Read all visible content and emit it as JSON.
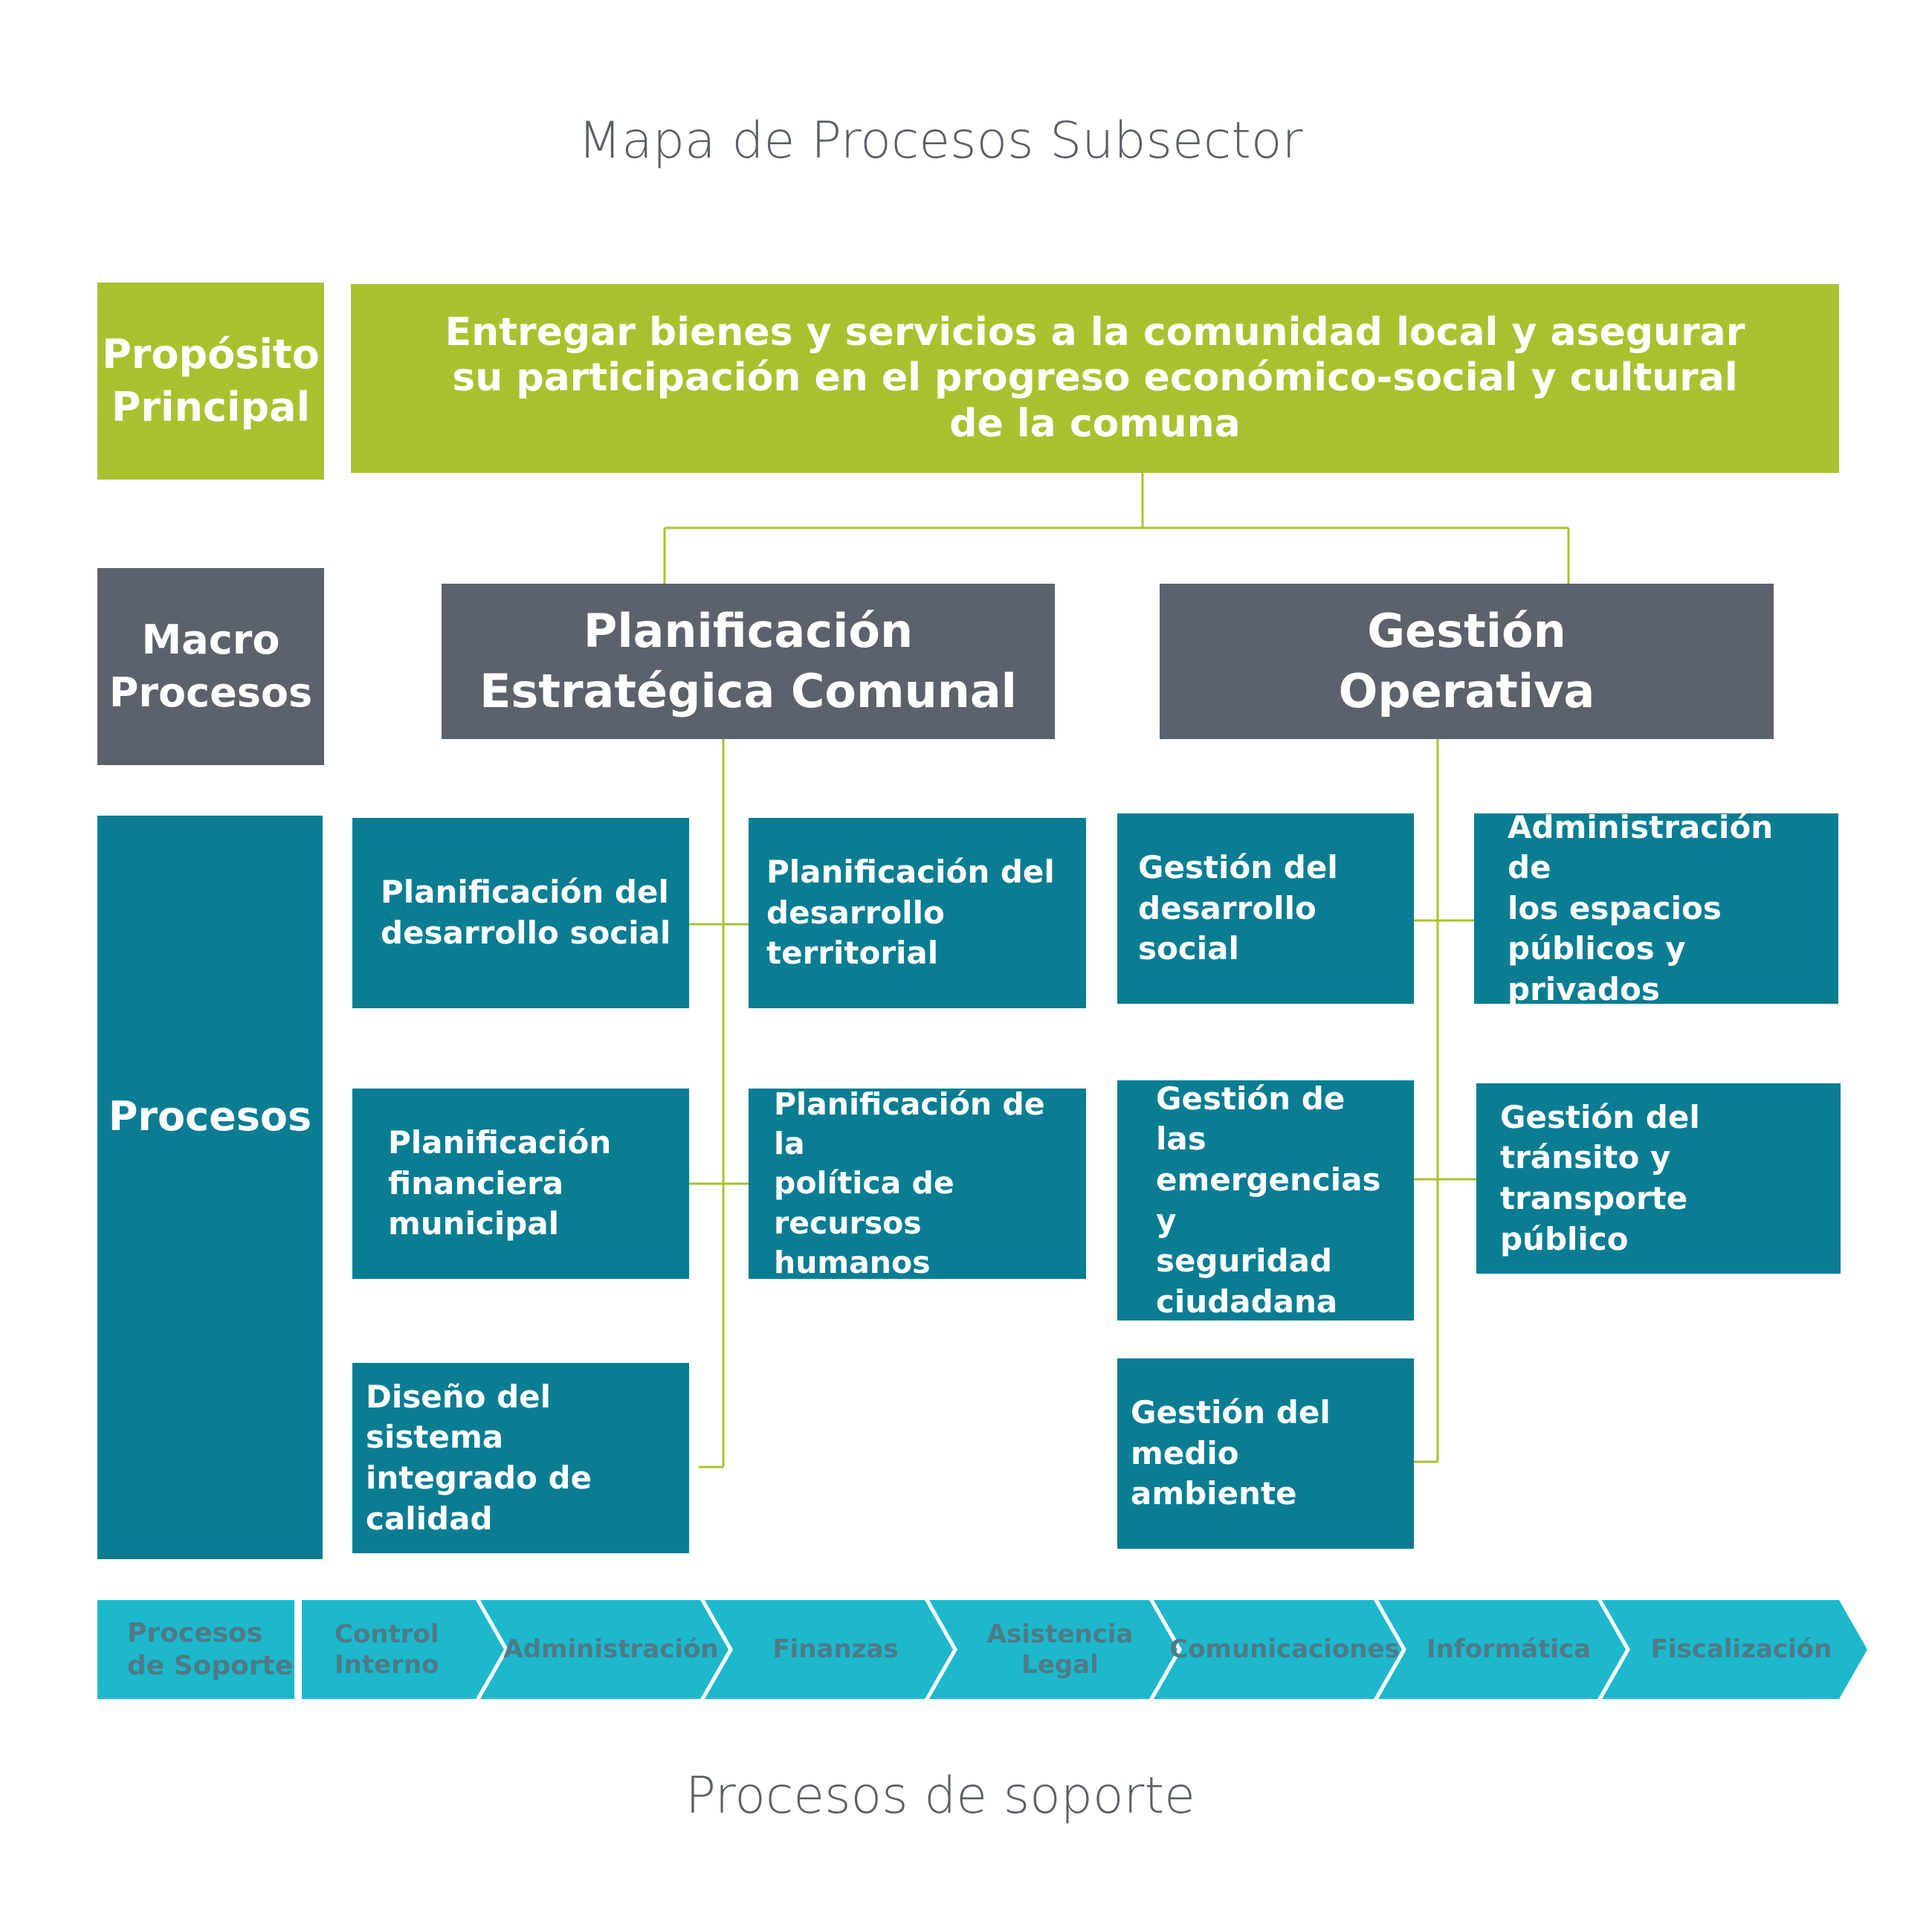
{
  "title": "Mapa de Procesos Subsector",
  "footer_title": "Procesos de soporte",
  "colors": {
    "green": "#a8c22f",
    "gray": "#5b626b",
    "teal": "#0a7d93",
    "cyan": "#1db8cc",
    "line": "#a8c22f"
  },
  "rows": {
    "proposito": "Propósito\nPrincipal",
    "macro": "Macro\nProcesos",
    "procesos": "Procesos"
  },
  "purpose": "Entregar bienes y servicios a la comunidad local y asegurar\nsu participación en el progreso económico-social y cultural\nde la comuna",
  "macro": {
    "left": "Planificación\nEstratégica Comunal",
    "right": "Gestión\nOperativa"
  },
  "processes": {
    "left_col1": [
      "Planificación del\ndesarrollo social",
      "Planificación\nfinanciera\nmunicipal",
      "Diseño del sistema\nintegrado de calidad"
    ],
    "left_col2": [
      "Planificación del\ndesarrollo\nterritorial",
      "Planificación de la\npolítica de recursos\nhumanos"
    ],
    "right_col1": [
      "Gestión del\ndesarrollo social",
      "Gestión de las\nemergencias y\nseguridad\nciudadana",
      "Gestión del\nmedio ambiente"
    ],
    "right_col2": [
      "Administración de\nlos espacios\npúblicos y privados",
      "Gestión del tránsito y\ntransporte público"
    ]
  },
  "support": {
    "label": "Procesos\nde Soporte",
    "items": [
      "Control\nInterno",
      "Administración",
      "Finanzas",
      "Asistencia Legal",
      "Comunicaciones",
      "Informática",
      "Fiscalización"
    ]
  }
}
